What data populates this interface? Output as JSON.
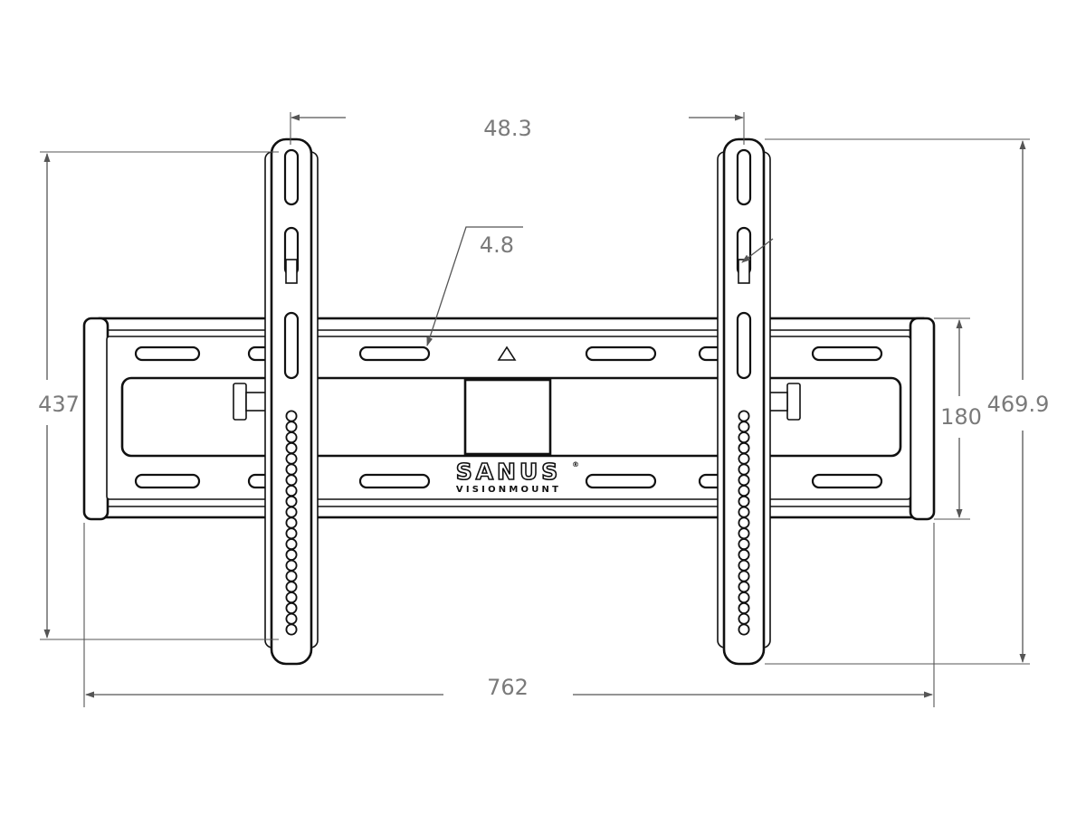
{
  "diagram": {
    "dimensions": {
      "bracket_offset": "48.3",
      "plate_thickness": "4.8",
      "overall_height_left": "437",
      "plate_height": "180",
      "overall_height_right": "469.9",
      "overall_width": "762"
    },
    "logo": {
      "brand": "SANUS",
      "trademark": "®",
      "subbrand": "VISIONMOUNT"
    }
  }
}
